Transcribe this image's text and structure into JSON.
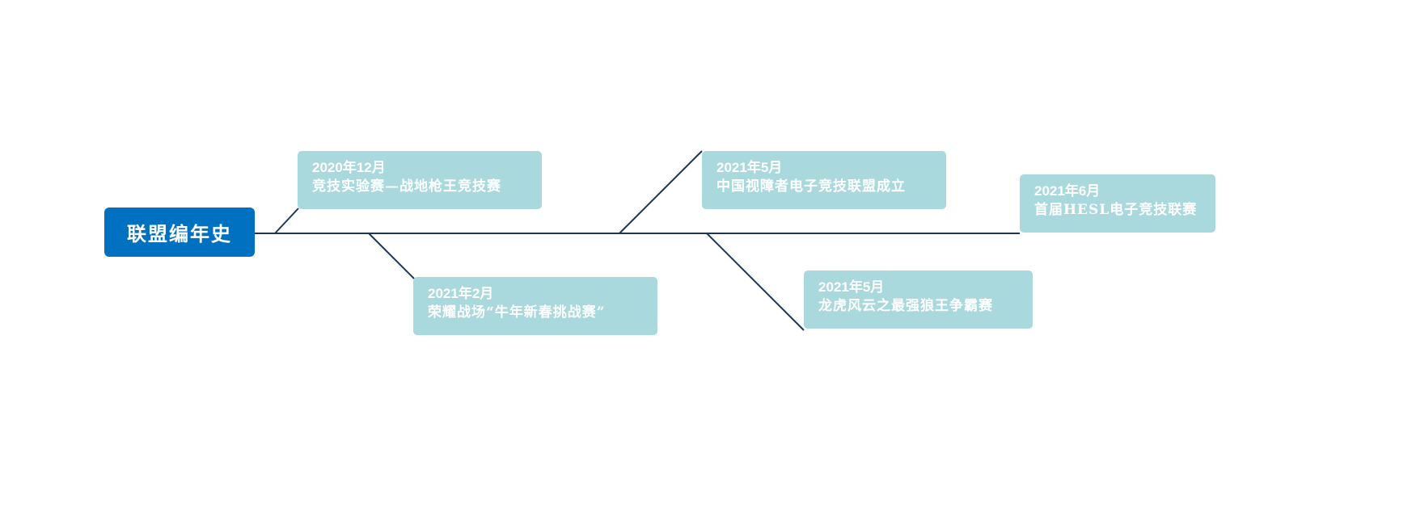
{
  "root": {
    "label": "联盟编年史",
    "color": "#0070c0"
  },
  "colors": {
    "event_box": "#a9d9dd",
    "spine": "#1f3555",
    "text": "#ffffff"
  },
  "events": [
    {
      "date": "2020年12月",
      "title": "竞技实验赛—战地枪王竞技赛"
    },
    {
      "date": "2021年2月",
      "title": "荣耀战场“牛年新春挑战赛”"
    },
    {
      "date": "2021年5月",
      "title": "中国视障者电子竞技联盟成立"
    },
    {
      "date": "2021年5月",
      "title": "龙虎风云之最强狼王争霸赛"
    },
    {
      "date": "2021年6月",
      "title": "首届HESL电子竞技联赛"
    }
  ]
}
